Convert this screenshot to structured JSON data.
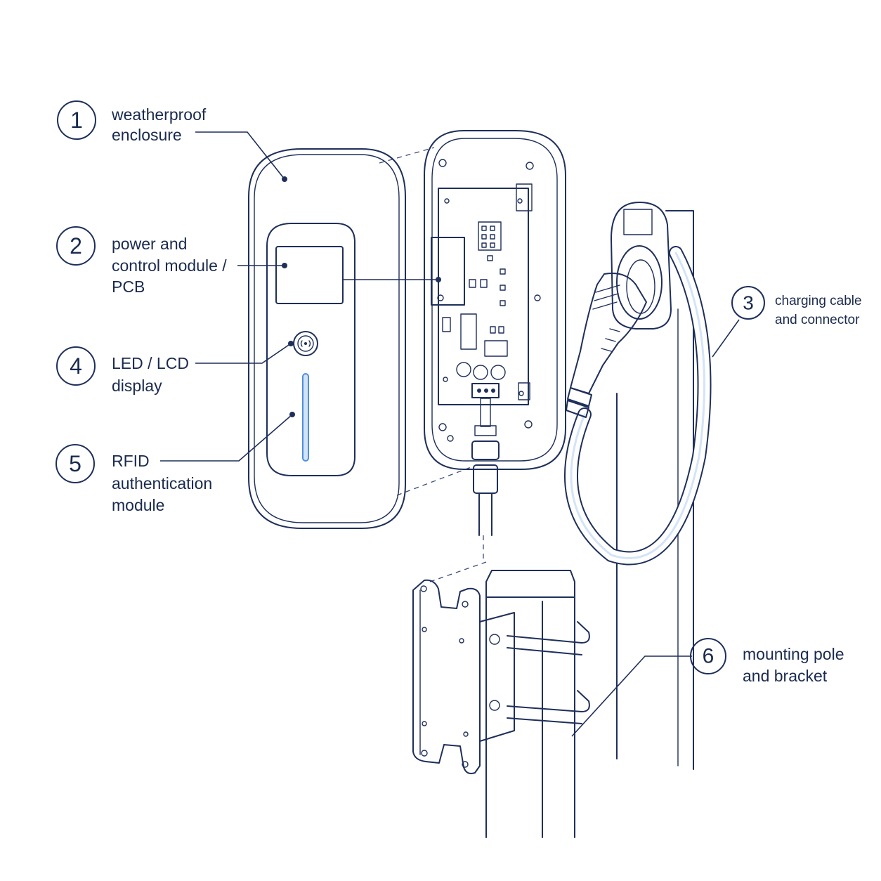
{
  "colors": {
    "ink": "#1e2f5a",
    "pcb_fill": "#cfdcf1",
    "accent_blue": "#9ec0ee",
    "led_blue": "#4f8fdc",
    "shade": "#eef2f8"
  },
  "callouts": [
    {
      "number": "1",
      "lines": [
        "weatherproof",
        "enclosure"
      ]
    },
    {
      "number": "2",
      "lines": [
        "power and",
        "control module /",
        "PCB"
      ]
    },
    {
      "number": "3",
      "lines": [
        "charging cable",
        "and connector"
      ]
    },
    {
      "number": "4",
      "lines": [
        "LED / LCD",
        "display"
      ]
    },
    {
      "number": "5",
      "lines": [
        "RFID",
        "authentication",
        "module"
      ]
    },
    {
      "number": "6",
      "lines": [
        "mounting pole",
        "and bracket"
      ]
    }
  ],
  "icons": {
    "rfid": "rfid-wave-icon"
  }
}
